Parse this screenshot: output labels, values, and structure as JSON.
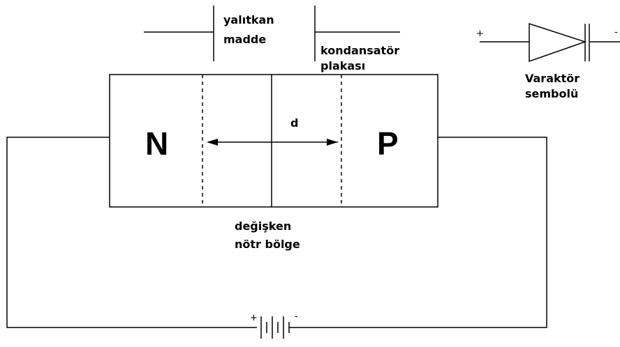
{
  "labels": {
    "insulator_line1": "yalıtkan",
    "insulator_line2": "madde",
    "plate_line1": "kondansatör",
    "plate_line2": "plakası",
    "n_region": "N",
    "p_region": "P",
    "distance": "d",
    "neutral_line1": "değişken",
    "neutral_line2": "nötr bölge",
    "varactor_line1": "Varaktör",
    "varactor_line2": "sembolü"
  },
  "battery": {
    "plus": "+",
    "minus": "-"
  },
  "varactor_symbol": {
    "plus": "+",
    "minus": "-"
  },
  "colors": {
    "line": "#000000",
    "background": "#ffffff"
  }
}
